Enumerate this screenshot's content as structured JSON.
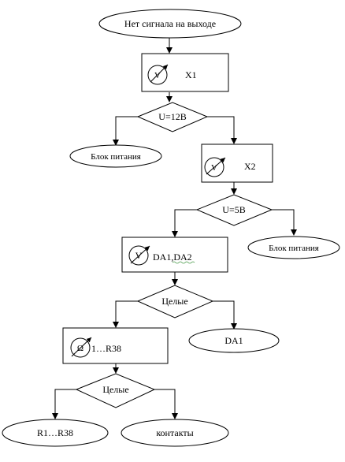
{
  "diagram": {
    "start": "Нет сигнала на выходе",
    "step_x1": {
      "label": "X1",
      "instrument": "V"
    },
    "decision_1": "U=12В",
    "result_power_1": "Блок питания",
    "step_x2": {
      "label": "X2",
      "instrument": "V"
    },
    "decision_2": "U=5В",
    "result_power_2": "Блок питания",
    "step_da": {
      "label": "DA1,DA2",
      "instrument": "V"
    },
    "decision_3": "Целые",
    "result_da1": "DA1",
    "step_r": {
      "label": "1…R38",
      "instrument": "Ω"
    },
    "decision_4": "Целые",
    "result_r": "R1…R38",
    "result_contacts": "контакты"
  }
}
